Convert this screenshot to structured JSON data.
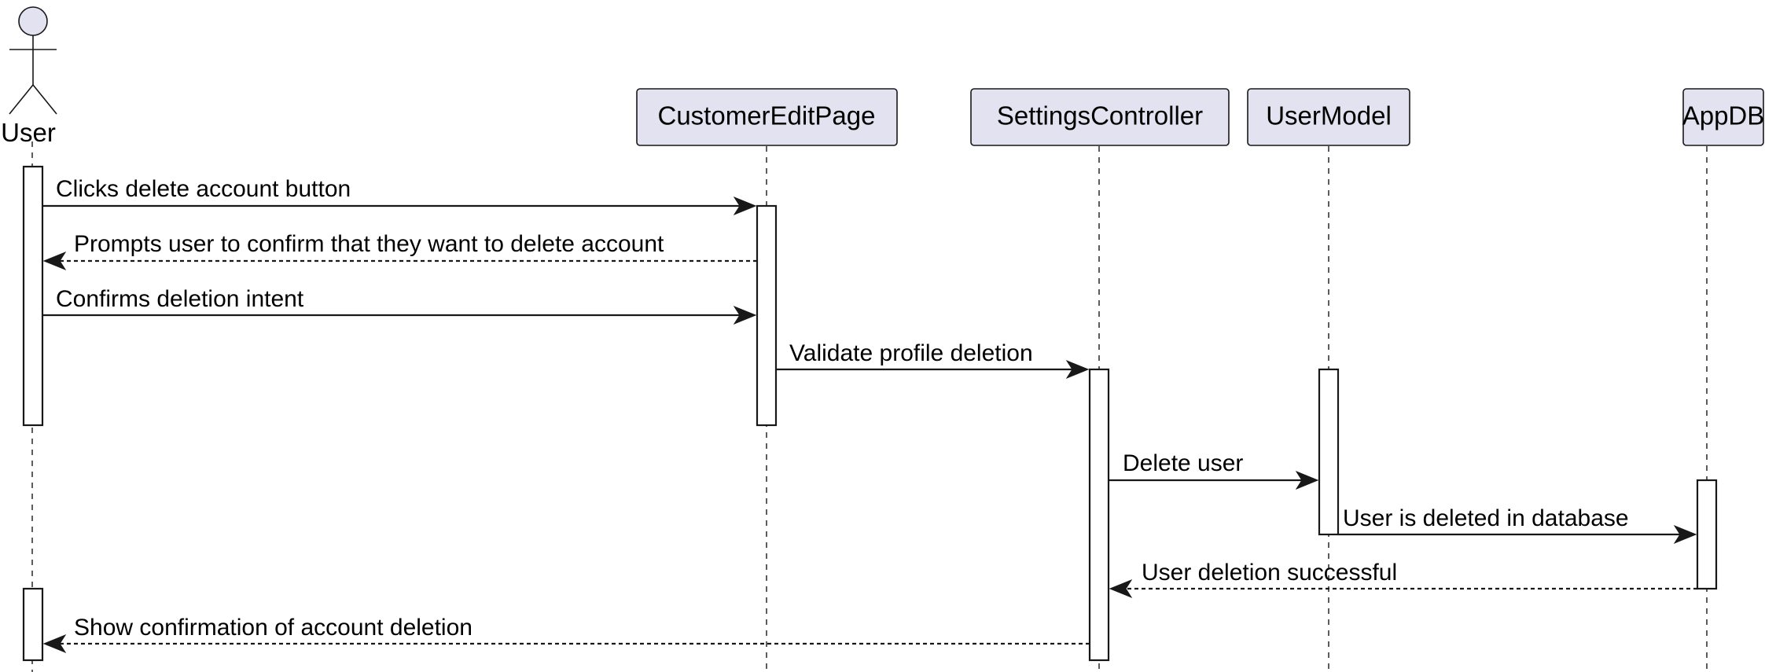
{
  "actor": {
    "name": "User"
  },
  "participants": [
    {
      "name": "CustomerEditPage"
    },
    {
      "name": "SettingsController"
    },
    {
      "name": "UserModel"
    },
    {
      "name": "AppDB"
    }
  ],
  "messages": [
    {
      "label": "Clicks delete account button",
      "from": "User",
      "to": "CustomerEditPage",
      "kind": "sync"
    },
    {
      "label": "Prompts user to confirm that they want to delete account",
      "from": "CustomerEditPage",
      "to": "User",
      "kind": "reply"
    },
    {
      "label": "Confirms deletion intent",
      "from": "User",
      "to": "CustomerEditPage",
      "kind": "sync"
    },
    {
      "label": "Validate profile deletion",
      "from": "CustomerEditPage",
      "to": "SettingsController",
      "kind": "sync"
    },
    {
      "label": "Delete user",
      "from": "SettingsController",
      "to": "UserModel",
      "kind": "sync"
    },
    {
      "label": "User is deleted in database",
      "from": "UserModel",
      "to": "AppDB",
      "kind": "sync"
    },
    {
      "label": "User deletion successful",
      "from": "AppDB",
      "to": "SettingsController",
      "kind": "reply"
    },
    {
      "label": "Show confirmation of account deletion",
      "from": "SettingsController",
      "to": "User",
      "kind": "reply"
    }
  ],
  "colors": {
    "participant_fill": "#e2e2f0",
    "stroke": "#181818",
    "background": "#ffffff"
  }
}
